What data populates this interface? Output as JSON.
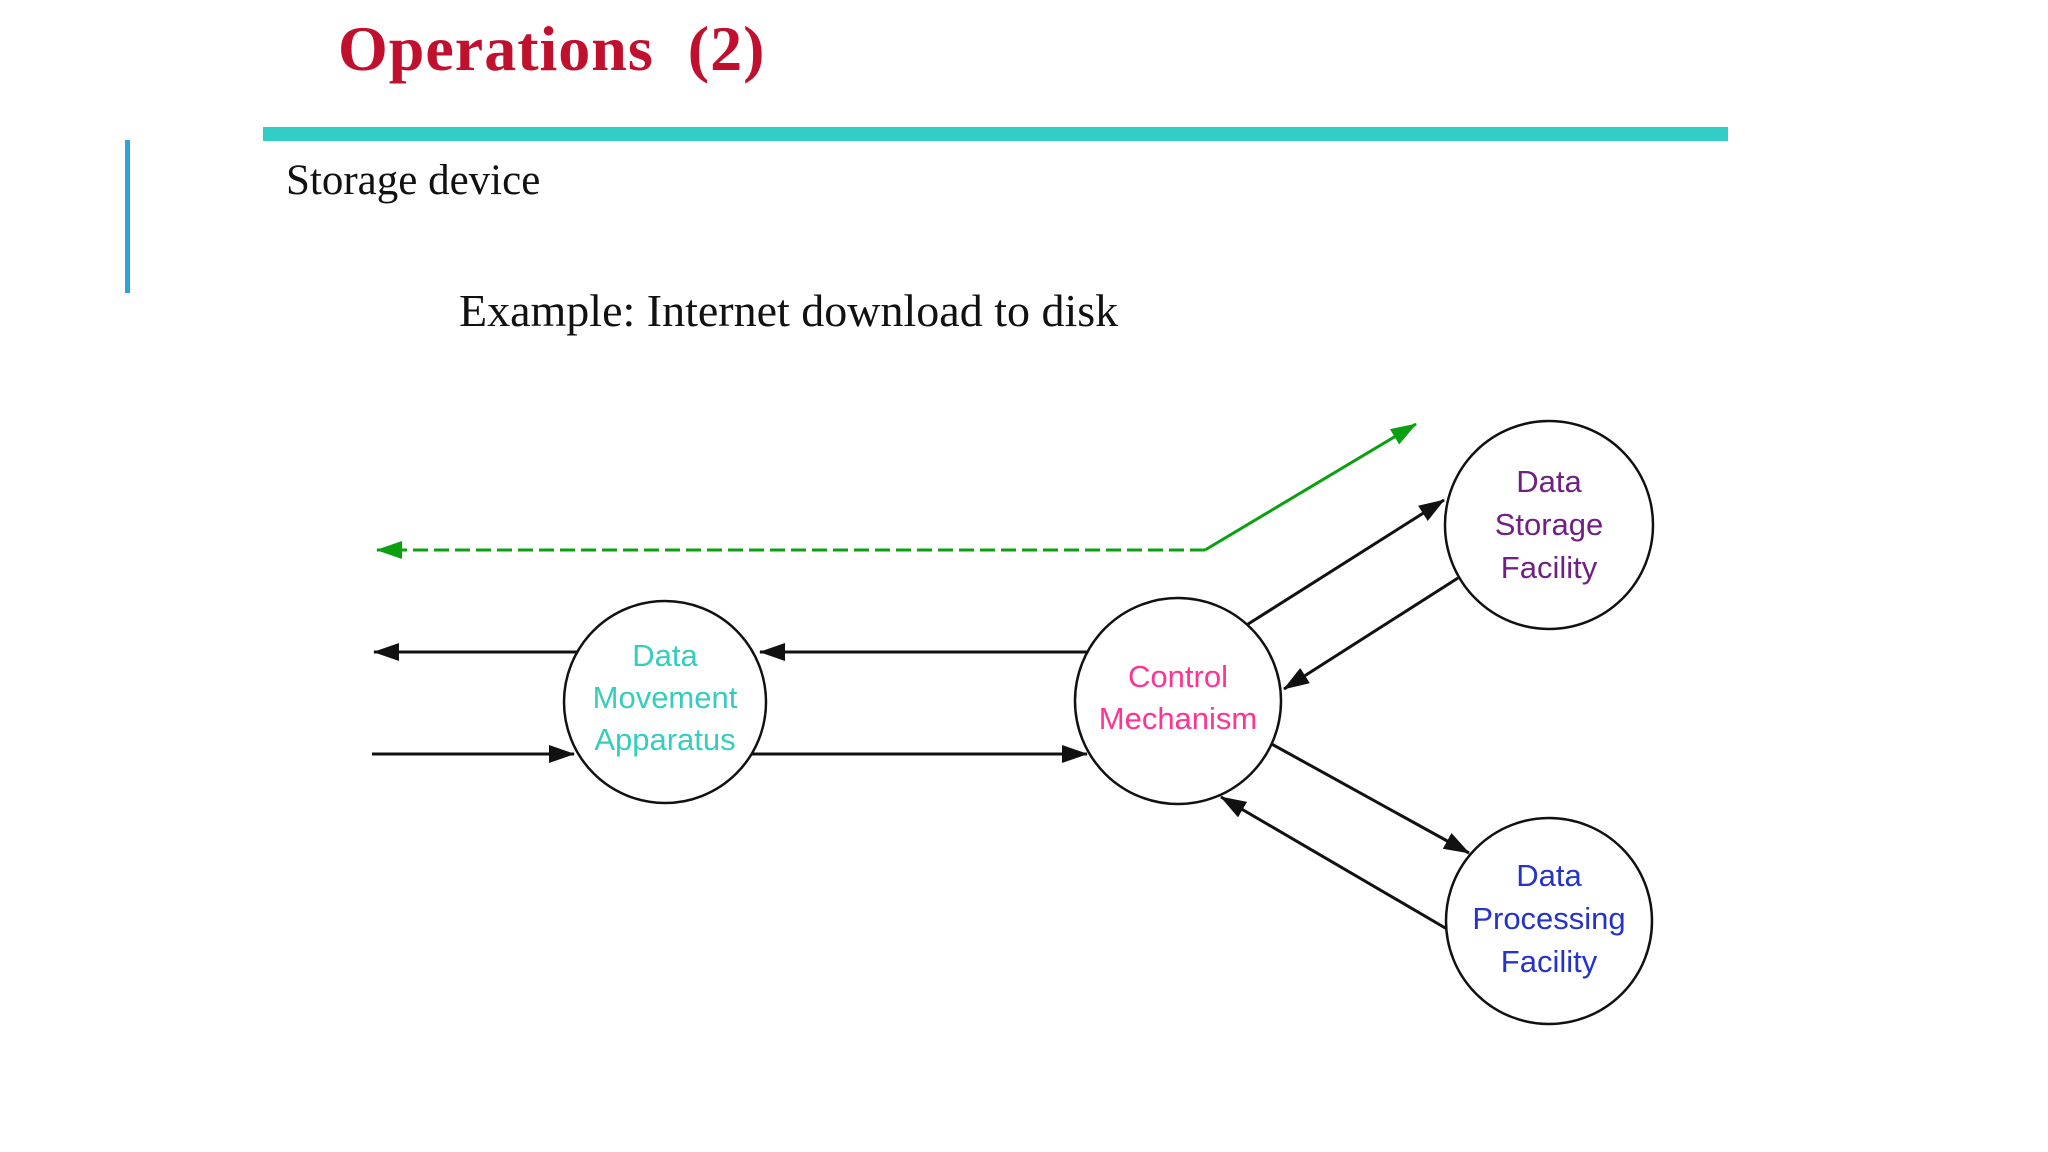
{
  "slide": {
    "title": "Operations  (2)",
    "section_label": "Storage device",
    "caption": "Example: Internet download to disk"
  },
  "colors": {
    "title_red": "#C0102E",
    "divider_teal": "#32CEC6",
    "accent_blue_line": "#2FA2DC",
    "black": "#111111",
    "green": "#0AA00F",
    "dma_text": "#35CDBF",
    "control_text": "#FF3394",
    "storage_text": "#702082",
    "processing_text": "#2433C9"
  },
  "diagram": {
    "nodes": {
      "dma": {
        "lines": [
          "Data",
          "Movement",
          "Apparatus"
        ]
      },
      "control": {
        "lines": [
          "Control",
          "Mechanism"
        ]
      },
      "storage": {
        "lines": [
          "Data",
          "Storage",
          "Facility"
        ]
      },
      "processing": {
        "lines": [
          "Data",
          "Processing",
          "Facility"
        ]
      }
    },
    "edges": [
      {
        "id": "dma-to-outside-left",
        "from": "dma",
        "to": "outside-left",
        "color": "black",
        "style": "solid"
      },
      {
        "id": "control-to-dma",
        "from": "control",
        "to": "dma",
        "color": "black",
        "style": "solid"
      },
      {
        "id": "outside-left-to-dma",
        "from": "outside-left",
        "to": "dma",
        "color": "black",
        "style": "solid"
      },
      {
        "id": "dma-to-control",
        "from": "dma",
        "to": "control",
        "color": "black",
        "style": "solid"
      },
      {
        "id": "control-to-storage",
        "from": "control",
        "to": "storage",
        "color": "black",
        "style": "solid"
      },
      {
        "id": "storage-to-control",
        "from": "storage",
        "to": "control",
        "color": "black",
        "style": "solid"
      },
      {
        "id": "control-to-processing",
        "from": "control",
        "to": "processing",
        "color": "black",
        "style": "solid"
      },
      {
        "id": "processing-to-control",
        "from": "processing",
        "to": "control",
        "color": "black",
        "style": "solid"
      },
      {
        "id": "return-path-to-outside-left",
        "from": "bend-point",
        "to": "outside-left",
        "color": "green",
        "style": "dashed"
      },
      {
        "id": "return-path-to-upper-right",
        "from": "bend-point",
        "to": "upper-right",
        "color": "green",
        "style": "solid"
      }
    ]
  }
}
